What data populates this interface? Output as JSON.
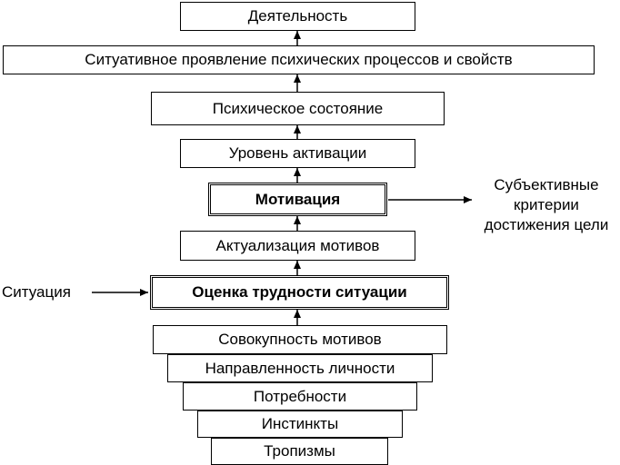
{
  "diagram": {
    "activity": "Деятельность",
    "situational_manifestation": "Ситуативное проявление психических процессов и свойств",
    "mental_state": "Психическое состояние",
    "activation_level": "Уровень активации",
    "motivation": "Мотивация",
    "motive_actualization": "Актуализация мотивов",
    "difficulty_assessment": "Оценка трудности ситуации",
    "motive_set": "Совокупность мотивов",
    "personality_orientation": "Направленность личности",
    "needs": "Потребности",
    "instincts": "Инстинкты",
    "tropisms": "Тропизмы",
    "situation_label": "Ситуация",
    "criteria_line1": "Субъективные",
    "criteria_line2": "критерии",
    "criteria_line3": "достижения цели"
  }
}
